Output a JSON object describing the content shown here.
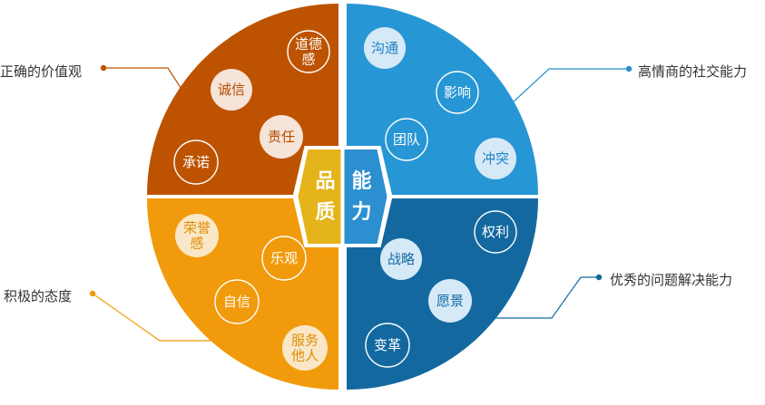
{
  "colors": {
    "q_tl": "#bd5300",
    "q_tr": "#2796d4",
    "q_bl": "#f19a0b",
    "q_br": "#13699f",
    "hub_left": "#e5b31a",
    "hub_right": "#2b8fd0"
  },
  "hub": {
    "left": [
      "品",
      "质"
    ],
    "right": [
      "能",
      "力"
    ]
  },
  "quadrants": [
    {
      "id": "top-left",
      "label": "正确的价值观",
      "items": [
        {
          "lines": [
            "道德",
            "感"
          ]
        },
        {
          "lines": [
            "诚信"
          ]
        },
        {
          "lines": [
            "责任"
          ]
        },
        {
          "lines": [
            "承诺"
          ]
        }
      ]
    },
    {
      "id": "top-right",
      "label": "高情商的社交能力",
      "items": [
        {
          "lines": [
            "沟通"
          ]
        },
        {
          "lines": [
            "影响"
          ]
        },
        {
          "lines": [
            "团队"
          ]
        },
        {
          "lines": [
            "冲突"
          ]
        }
      ]
    },
    {
      "id": "bottom-left",
      "label": "积极的态度",
      "items": [
        {
          "lines": [
            "荣誉",
            "感"
          ]
        },
        {
          "lines": [
            "乐观"
          ]
        },
        {
          "lines": [
            "自信"
          ]
        },
        {
          "lines": [
            "服务",
            "他人"
          ]
        }
      ]
    },
    {
      "id": "bottom-right",
      "label": "优秀的问题解决能力",
      "items": [
        {
          "lines": [
            "权利"
          ]
        },
        {
          "lines": [
            "战略"
          ]
        },
        {
          "lines": [
            "愿景"
          ]
        },
        {
          "lines": [
            "变革"
          ]
        }
      ]
    }
  ]
}
